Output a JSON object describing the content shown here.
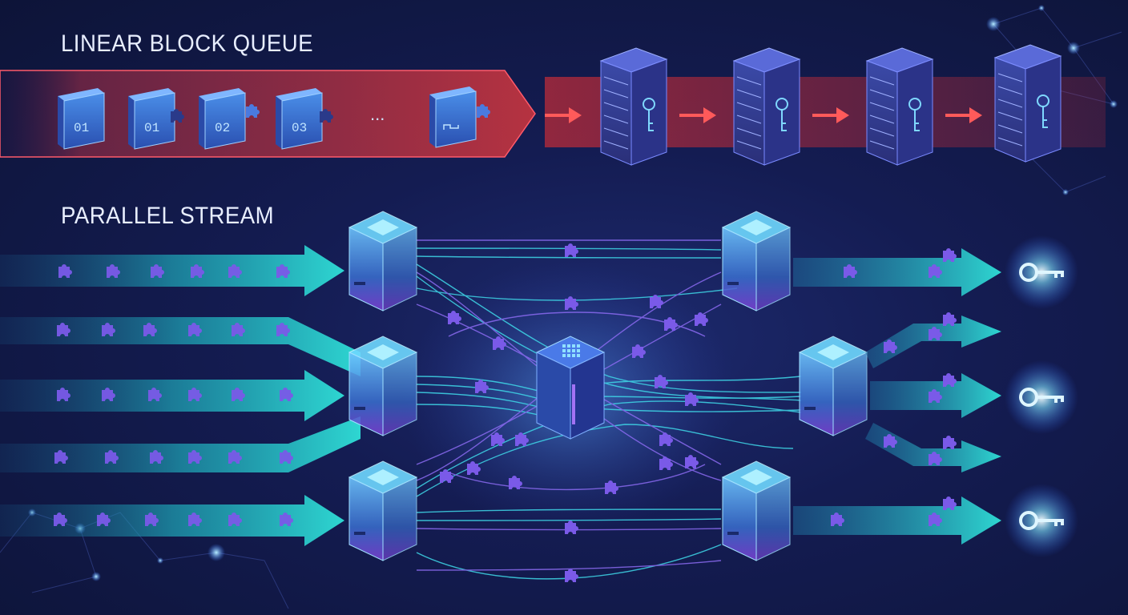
{
  "sections": {
    "linear": {
      "title": "LINEAR BLOCK QUEUE",
      "blocks": [
        "01",
        "01",
        "02",
        "03",
        ""
      ],
      "ellipsis": "...",
      "server_count": 4
    },
    "parallel": {
      "title": "PARALLEL STREAM",
      "input_streams": 5,
      "key_outputs": 3
    }
  },
  "icons": [
    "puzzle-piece-icon",
    "key-icon",
    "server-rack-icon",
    "arrow-right-icon",
    "processor-chip-icon"
  ],
  "colors": {
    "background": "#141c52",
    "linear_band": "#c8353f",
    "stream_cyan": "#2fd6d6",
    "stream_purple": "#8a5cf0",
    "key_glow": "#9fe8ff"
  }
}
